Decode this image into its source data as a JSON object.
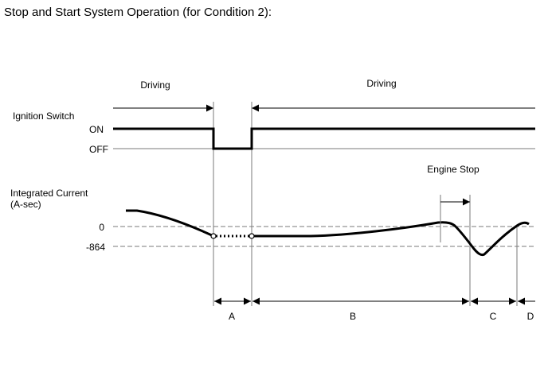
{
  "title": "Stop and Start System Operation (for Condition 2):",
  "driving_left": "Driving",
  "driving_right": "Driving",
  "ignition": {
    "label": "Ignition Switch",
    "on": "ON",
    "off": "OFF"
  },
  "current": {
    "label_line1": "Integrated Current",
    "label_line2": "(A-sec)",
    "tick_zero": "0",
    "tick_neg": "-864"
  },
  "engine_stop": "Engine Stop",
  "segments": [
    "A",
    "B",
    "C",
    "D"
  ]
}
